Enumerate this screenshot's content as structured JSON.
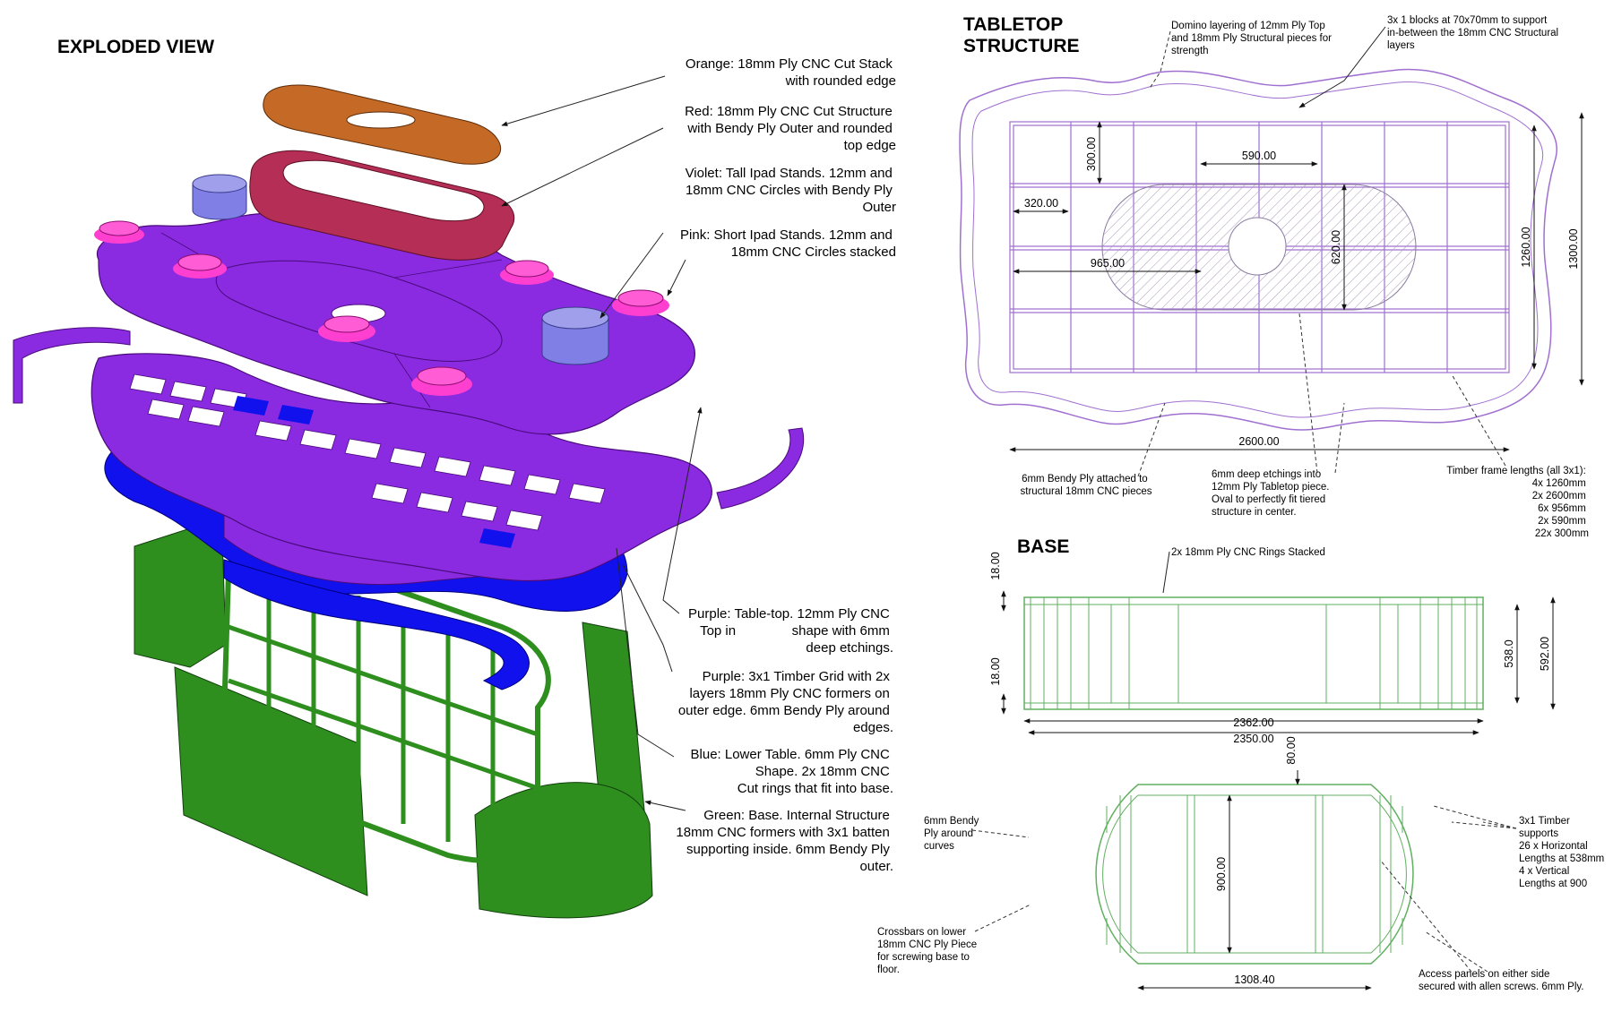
{
  "exploded": {
    "title": "EXPLODED VIEW",
    "notes": [
      [
        "Orange: 18mm Ply CNC Cut Stack",
        "with rounded edge"
      ],
      [
        "Red: 18mm Ply CNC Cut Structure",
        "with Bendy Ply Outer and rounded",
        "top edge"
      ],
      [
        "Violet: Tall Ipad Stands. 12mm and",
        "18mm CNC Circles with Bendy Ply",
        "Outer"
      ],
      [
        "Pink: Short Ipad Stands. 12mm and",
        "18mm CNC Circles stacked"
      ],
      [
        "Purple: Table-top. 12mm Ply CNC",
        "Top in               shape with 6mm",
        "deep etchings."
      ],
      [
        "Purple: 3x1 Timber Grid with 2x",
        "layers 18mm Ply CNC formers on",
        "outer edge. 6mm Bendy Ply around",
        "edges."
      ],
      [
        "Blue: Lower Table. 6mm Ply CNC",
        "Shape. 2x 18mm CNC",
        "Cut rings that fit into base."
      ],
      [
        "Green: Base. Internal Structure",
        "18mm CNC formers with 3x1 batten",
        "supporting inside. 6mm Bendy Ply",
        "outer."
      ]
    ],
    "colors": {
      "orange": "#c46a26",
      "red": "#b52e55",
      "violet": "#7f7fe6",
      "pink": "#ff3fcf",
      "purple": "#8a2be2",
      "blue": "#1111ee",
      "green": "#2e8f1f"
    }
  },
  "tabletop": {
    "title_lines": [
      "TABLETOP",
      "STRUCTURE"
    ],
    "note_domino": [
      "Domino layering of 12mm Ply Top",
      "and 18mm Ply Structural pieces for",
      "strength"
    ],
    "note_blocks": [
      "3x 1 blocks at 70x70mm to support",
      "in-between the 18mm CNC Structural",
      "layers"
    ],
    "note_bendy": [
      "6mm Bendy Ply attached to",
      "structural 18mm CNC pieces"
    ],
    "note_etch": [
      "6mm deep etchings into",
      "12mm Ply Tabletop piece.",
      "Oval to perfectly fit tiered",
      "structure in center."
    ],
    "note_timber": [
      "Timber frame lengths (all 3x1):",
      "4x 1260mm",
      "2x 2600mm",
      "6x 956mm",
      "2x 590mm",
      "22x 300mm"
    ],
    "dims": {
      "d300": "300.00",
      "d590": "590.00",
      "d320": "320.00",
      "d620": "620.00",
      "d965": "965.00",
      "d1260": "1260.00",
      "d1300": "1300.00",
      "d2600": "2600.00"
    }
  },
  "base": {
    "title": "BASE",
    "note_rings": "2x 18mm Ply CNC Rings Stacked",
    "note_bendy": [
      "6mm Bendy",
      "Ply around",
      "curves"
    ],
    "note_timber": [
      "3x1 Timber",
      "supports",
      "26 x Horizontal",
      "Lengths at 538mm",
      "4 x Vertical",
      "Lengths at 900"
    ],
    "note_crossbars": [
      "Crossbars on lower",
      "18mm CNC Ply Piece",
      "for screwing base to",
      "floor."
    ],
    "note_access": [
      "Access panels on either side",
      "secured with allen screws. 6mm Ply."
    ],
    "dims": {
      "d18a": "18.00",
      "d18b": "18.00",
      "d538": "538.0",
      "d592": "592.00",
      "d2362": "2362.00",
      "d2350": "2350.00",
      "d80": "80.00",
      "d900": "900.00",
      "d1308": "1308.40"
    }
  }
}
